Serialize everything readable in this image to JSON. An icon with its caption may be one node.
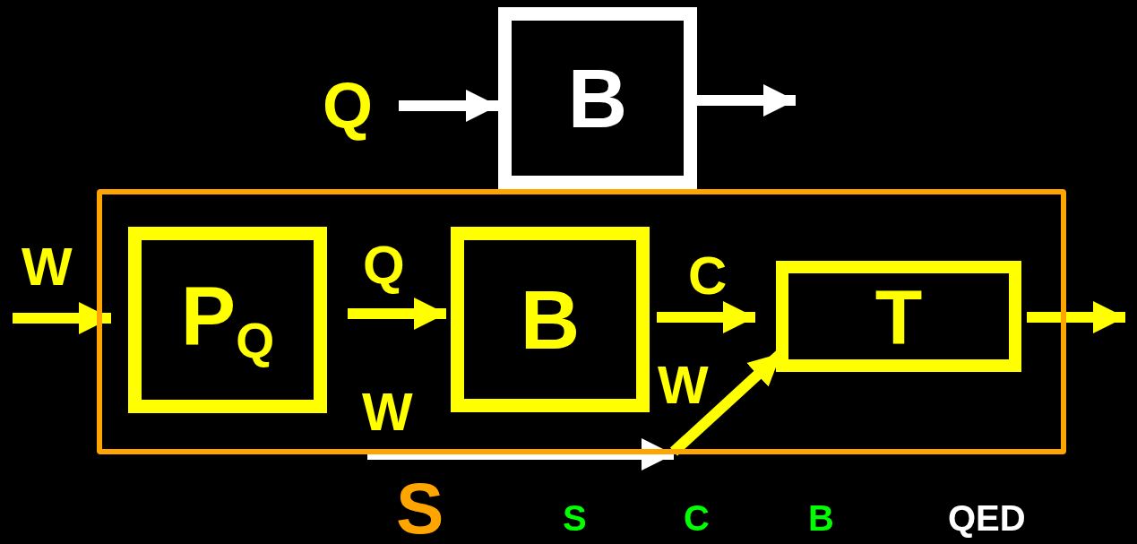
{
  "diagram": {
    "nodes": [
      {
        "text": [
          "Q"
        ]
      },
      {
        "text": [
          "B"
        ]
      },
      {
        "text": [],
        "shape": "box",
        "beside": [
          "S"
        ]
      },
      {
        "text": [
          "P$_{Q}$"
        ],
        "in": 2
      },
      {
        "text": [
          "B"
        ],
        "in": 2
      },
      {
        "text": [
          "T"
        ],
        "in": 2
      }
    ],
    "edges": [
      {
        "from": 0,
        "to": 1,
        "arrow": "to",
        "color": "#ffffff"
      },
      {
        "from": 1,
        "to": null,
        "arrow": "to",
        "color": "#ffffff"
      },
      {
        "from": null,
        "to": 2,
        "arrow": "to",
        "label": "W"
      },
      {
        "from": 3,
        "to": 4,
        "arrow": "to",
        "label": "Q"
      },
      {
        "from": 4,
        "to": 5,
        "arrow": "to",
        "label": "C"
      },
      {
        "from": null,
        "to": 2,
        "arrow": "to",
        "label": "W",
        "color": "#ffffff"
      },
      {
        "from": 2,
        "to": 5,
        "arrow": "to",
        "label": "W"
      },
      {
        "from": 5,
        "to": null,
        "arrow": "to"
      }
    ],
    "labels": [
      "S",
      "C",
      "B",
      "QED"
    ]
  }
}
